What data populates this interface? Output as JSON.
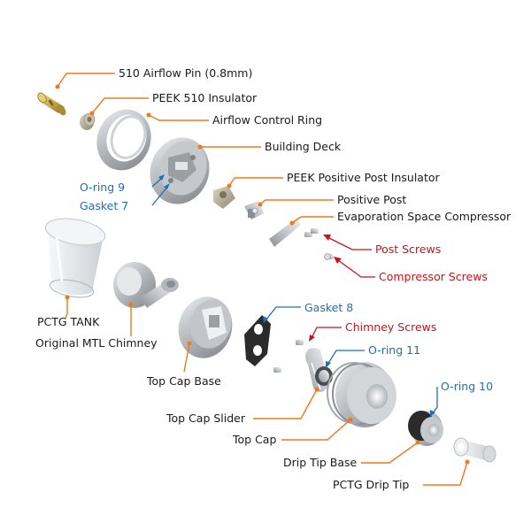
{
  "colors": {
    "orange": "#f0781e",
    "blue": "#1f6fb5",
    "red": "#c8151b",
    "text": "#1a1a1a",
    "metal": "#b9bcc0",
    "metal_dark": "#7e8388",
    "gasket": "#2b2b2b",
    "brass": "#c9a74a",
    "peek": "#b6ad99",
    "glass": "#dfe3e6"
  },
  "labels": {
    "airflow_pin": "510 Airflow Pin (0.8mm)",
    "peek_insulator": "PEEK 510 Insulator",
    "airflow_ring": "Airflow Control Ring",
    "building_deck": "Building Deck",
    "oring9": "O-ring 9",
    "gasket7": "Gasket 7",
    "peek_post_insulator": "PEEK Positive Post Insulator",
    "positive_post": "Positive Post",
    "evap_compressor": "Evaporation Space Compressor",
    "post_screws": "Post Screws",
    "compressor_screws": "Compressor Screws",
    "pctg_tank": "PCTG TANK",
    "mtl_chimney": "Original MTL Chimney",
    "gasket8": "Gasket 8",
    "chimney_screws": "Chimney Screws",
    "oring11": "O-ring 11",
    "top_cap_base": "Top Cap Base",
    "oring10": "O-ring 10",
    "top_cap_slider": "Top Cap Slider",
    "top_cap": "Top Cap",
    "drip_tip_base": "Drip Tip Base",
    "pctg_drip_tip": "PCTG Drip Tip"
  },
  "parts": [
    "airflow-pin",
    "peek-510-insulator",
    "airflow-control-ring",
    "building-deck",
    "peek-post-insulator",
    "positive-post",
    "evaporation-space-compressor",
    "post-screws",
    "compressor-screws",
    "pctg-tank",
    "mtl-chimney",
    "gasket-8",
    "chimney-screws",
    "o-ring-11",
    "top-cap-base",
    "top-cap-slider",
    "top-cap",
    "o-ring-10",
    "drip-tip-base",
    "pctg-drip-tip"
  ]
}
